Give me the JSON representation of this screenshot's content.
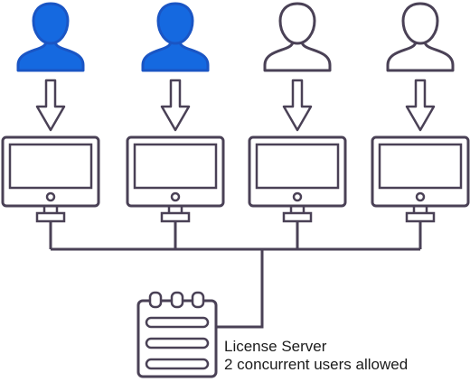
{
  "users": [
    {
      "id": "user-1",
      "state": "active"
    },
    {
      "id": "user-2",
      "state": "active"
    },
    {
      "id": "user-3",
      "state": "idle"
    },
    {
      "id": "user-4",
      "state": "idle"
    }
  ],
  "workstations": [
    {
      "id": "workstation-1",
      "icon": "monitor-icon"
    },
    {
      "id": "workstation-2",
      "icon": "monitor-icon"
    },
    {
      "id": "workstation-3",
      "icon": "monitor-icon"
    },
    {
      "id": "workstation-4",
      "icon": "monitor-icon"
    }
  ],
  "server": {
    "icon": "license-server-icon",
    "title": "License Server",
    "detail": "2 concurrent users allowed"
  },
  "colors": {
    "stroke": "#4a4156",
    "active_user_fill": "#1569e0",
    "active_user_stroke": "#1a55c4",
    "idle_user_fill": "#ffffff",
    "text": "#1b1b1b"
  }
}
